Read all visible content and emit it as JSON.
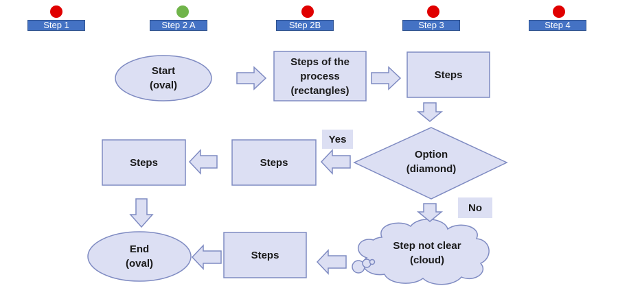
{
  "step_labels": [
    "Step 1",
    "Step 2 A",
    "Step 2B",
    "Step 3",
    "Step 4"
  ],
  "step_status_colors": [
    "#e00000",
    "#70b44a",
    "#e00000",
    "#e00000",
    "#e00000"
  ],
  "colors": {
    "shape_fill": "#dcdff3",
    "shape_stroke": "#7f8bc2",
    "step_label_fill": "#4472c4"
  },
  "flowchart": {
    "start": {
      "line1": "Start",
      "line2": "(oval)"
    },
    "process": {
      "line1": "Steps of the",
      "line2": "process",
      "line3": "(rectangles)"
    },
    "steps_top": "Steps",
    "option": {
      "line1": "Option",
      "line2": "(diamond)"
    },
    "yes_label": "Yes",
    "no_label": "No",
    "steps_mid_right": "Steps",
    "steps_mid_left": "Steps",
    "cloud": {
      "line1": "Step not clear",
      "line2": "(cloud)"
    },
    "steps_bottom": "Steps",
    "end": {
      "line1": "End",
      "line2": "(oval)"
    }
  }
}
